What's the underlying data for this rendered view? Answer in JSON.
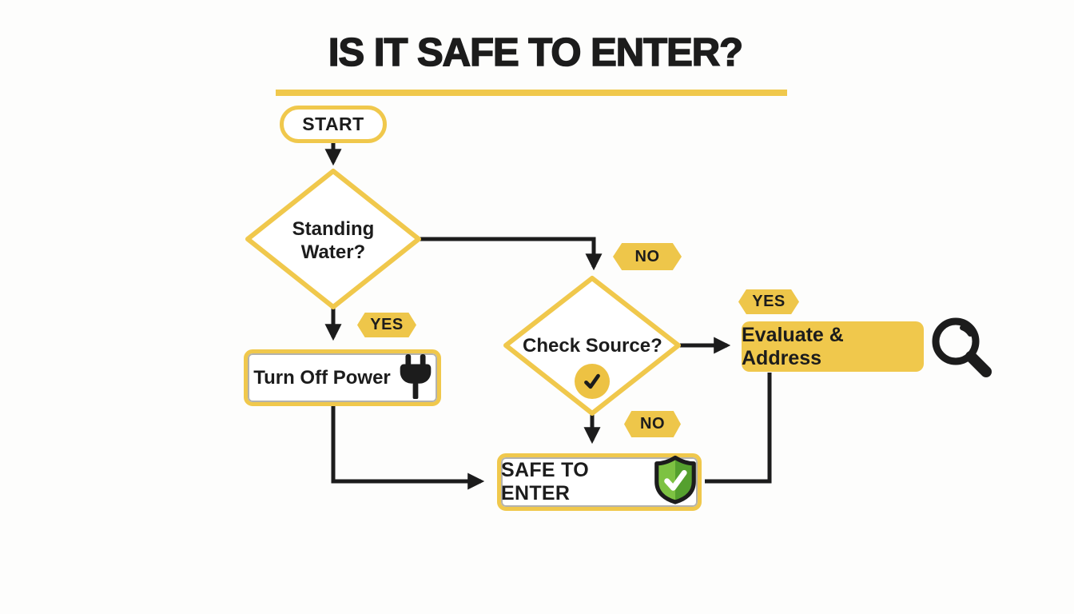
{
  "title": "IS IT SAFE TO ENTER?",
  "colors": {
    "accent_yellow": "#F0C84C",
    "badge_yellow": "#EEC64A",
    "line_black": "#1C1C1C",
    "shield_green_light": "#7DC242",
    "shield_green_dark": "#55A02E",
    "check_white": "#FFFFFF"
  },
  "nodes": {
    "start": {
      "label": "START"
    },
    "standing_water": {
      "label": "Standing Water?"
    },
    "turn_off_power": {
      "label": "Turn Off Power",
      "icon": "power-plug-icon"
    },
    "check_source": {
      "label": "Check Source?",
      "icon": "check-circle-icon"
    },
    "evaluate_address": {
      "label": "Evaluate & Address",
      "icon": "magnifier-icon"
    },
    "safe_to_enter": {
      "label": "SAFE TO ENTER",
      "icon": "shield-check-icon"
    }
  },
  "edges": {
    "standing_water_no": "NO",
    "standing_water_yes": "YES",
    "check_source_yes": "YES",
    "check_source_no": "NO"
  }
}
